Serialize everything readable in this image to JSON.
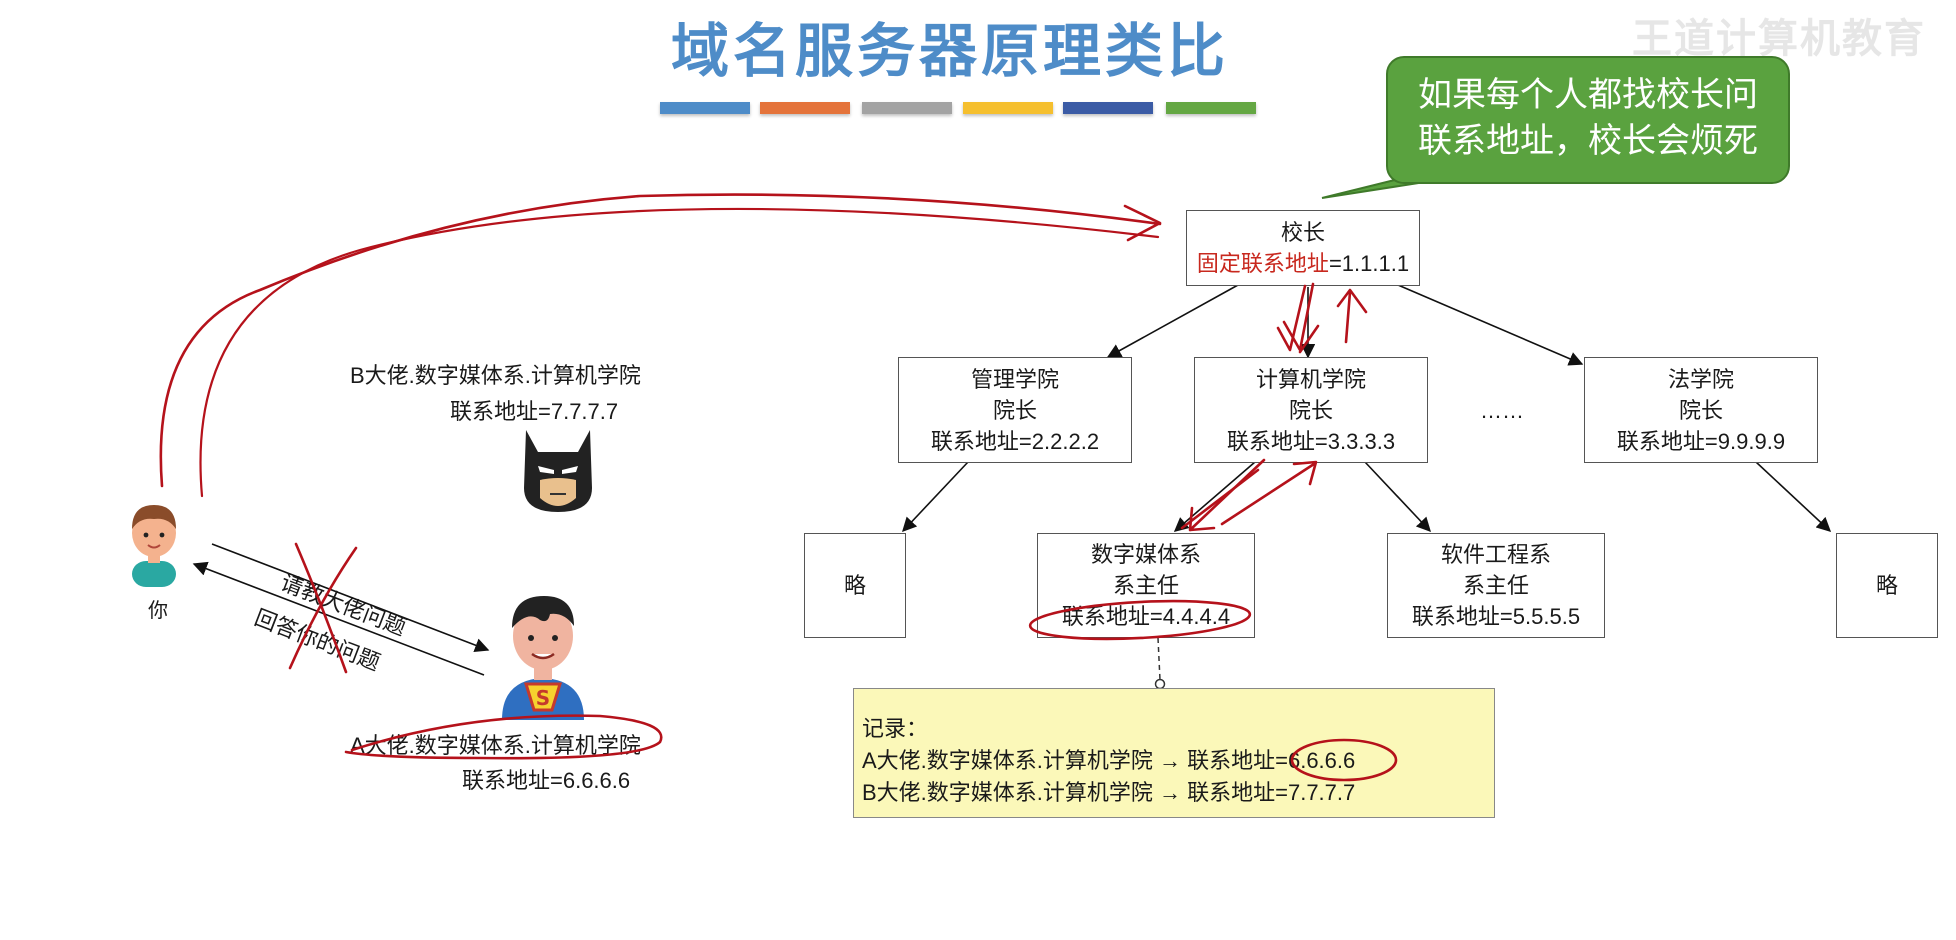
{
  "title": "域名服务器原理类比",
  "watermark": "王道计算机教育",
  "colors": {
    "title": "#4e8cc8",
    "bars": [
      "#4e8cc8",
      "#e4733a",
      "#a3a3a3",
      "#f5bf2e",
      "#3b5ba5",
      "#64a743"
    ],
    "callout": "#5aa23f",
    "annotation": "#b5121b",
    "note": "#fbf8b9"
  },
  "callout": {
    "line1": "如果每个人都找校长问",
    "line2": "联系地址，校长会烦死"
  },
  "root": {
    "title": "校长",
    "label": "固定联系地址",
    "value": "=1.1.1.1"
  },
  "colleges": [
    {
      "name": "管理学院",
      "role": "院长",
      "addr": "联系地址=2.2.2.2"
    },
    {
      "name": "计算机学院",
      "role": "院长",
      "addr": "联系地址=3.3.3.3"
    },
    {
      "name": "法学院",
      "role": "院长",
      "addr": "联系地址=9.9.9.9"
    }
  ],
  "ellipsis": "……",
  "departments": [
    {
      "name": "数字媒体系",
      "role": "系主任",
      "addr": "联系地址=4.4.4.4"
    },
    {
      "name": "软件工程系",
      "role": "系主任",
      "addr": "联系地址=5.5.5.5"
    }
  ],
  "omitted": "略",
  "note": {
    "header": "记录：",
    "line1": "A大佬.数字媒体系.计算机学院 → 联系地址=6.6.6.6",
    "line2": "B大佬.数字媒体系.计算机学院 → 联系地址=7.7.7.7"
  },
  "you_label": "你",
  "person_b": {
    "name": "B大佬.数字媒体系.计算机学院",
    "addr": "联系地址=7.7.7.7"
  },
  "person_a": {
    "name": "A大佬.数字媒体系.计算机学院",
    "addr": "联系地址=6.6.6.6"
  },
  "ask": "请教大佬问题",
  "answer": "回答你的问题"
}
